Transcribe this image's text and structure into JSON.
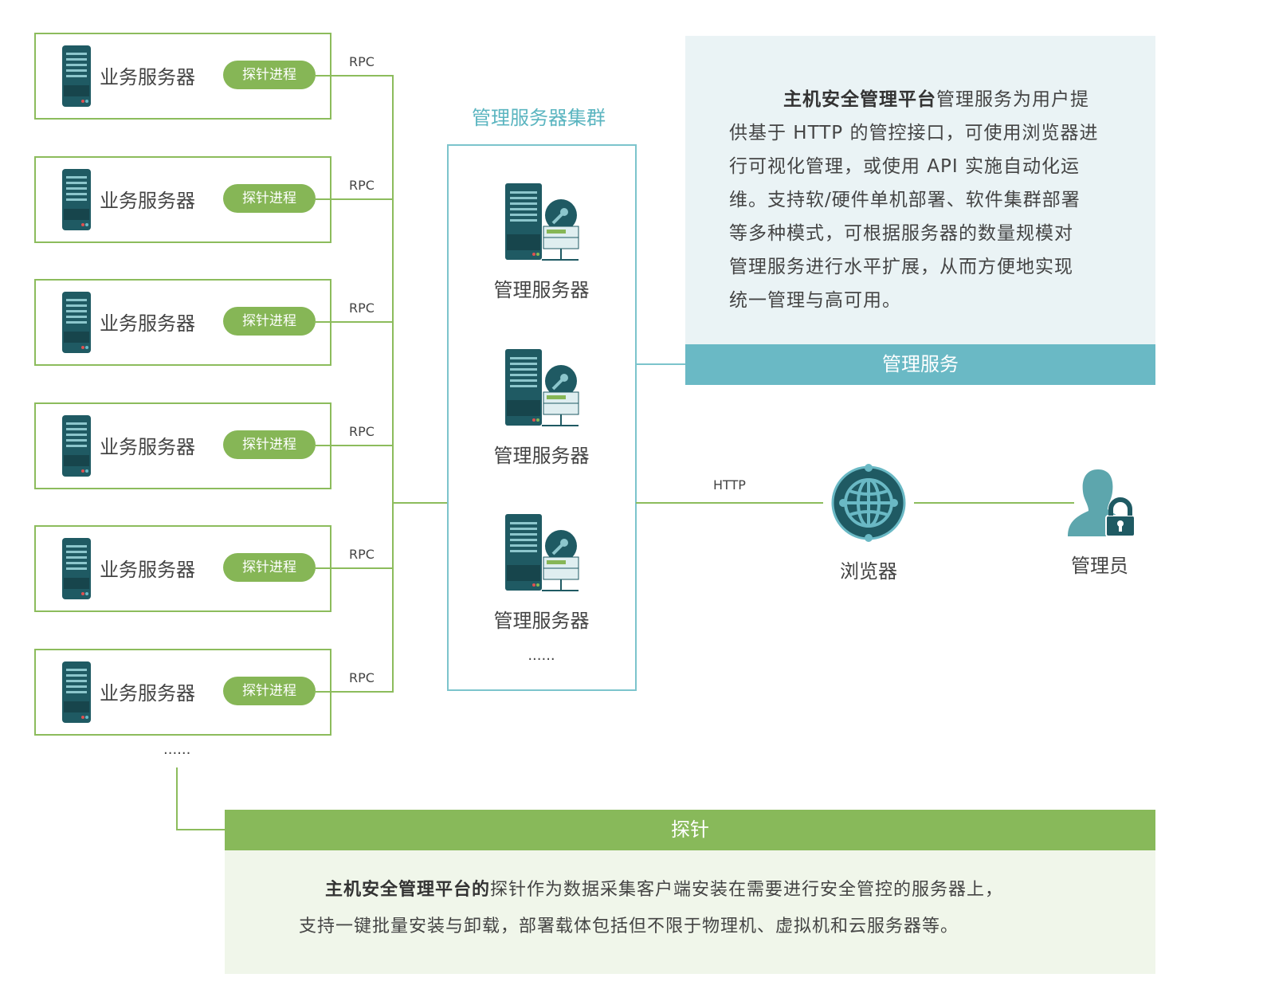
{
  "business_servers": [
    {
      "label": "业务服务器",
      "probe": "探针进程",
      "link": "RPC"
    },
    {
      "label": "业务服务器",
      "probe": "探针进程",
      "link": "RPC"
    },
    {
      "label": "业务服务器",
      "probe": "探针进程",
      "link": "RPC"
    },
    {
      "label": "业务服务器",
      "probe": "探针进程",
      "link": "RPC"
    },
    {
      "label": "业务服务器",
      "probe": "探针进程",
      "link": "RPC"
    },
    {
      "label": "业务服务器",
      "probe": "探针进程",
      "link": "RPC"
    }
  ],
  "servers_more": "......",
  "cluster": {
    "title": "管理服务器集群",
    "servers": [
      "管理服务器",
      "管理服务器",
      "管理服务器"
    ],
    "more": "......"
  },
  "management_service": {
    "title": "管理服务",
    "bold": "主机安全管理平台",
    "lines": [
      "管理服务为用户提",
      "供基于 HTTP 的管控接口，可使用浏览器进",
      "行可视化管理，或使用  API  实施自动化运",
      "维。支持软/硬件单机部署、软件集群部署",
      "等多种模式，可根据服务器的数量规模对",
      "管理服务进行水平扩展，从而方便地实现",
      "统一管理与高可用。"
    ]
  },
  "http_label": "HTTP",
  "browser_label": "浏览器",
  "admin_label": "管理员",
  "probe_panel": {
    "title": "探针",
    "bold": "主机安全管理平台的",
    "line1": "探针作为数据采集客户端安装在需要进行安全管控的服务器上，",
    "line2": "支持一键批量安装与卸载，部署载体包括但不限于物理机、虚拟机和云服务器等。"
  },
  "colors": {
    "green": "#86b656",
    "teal": "#6ab9c5",
    "dark": "#1f5a63"
  }
}
